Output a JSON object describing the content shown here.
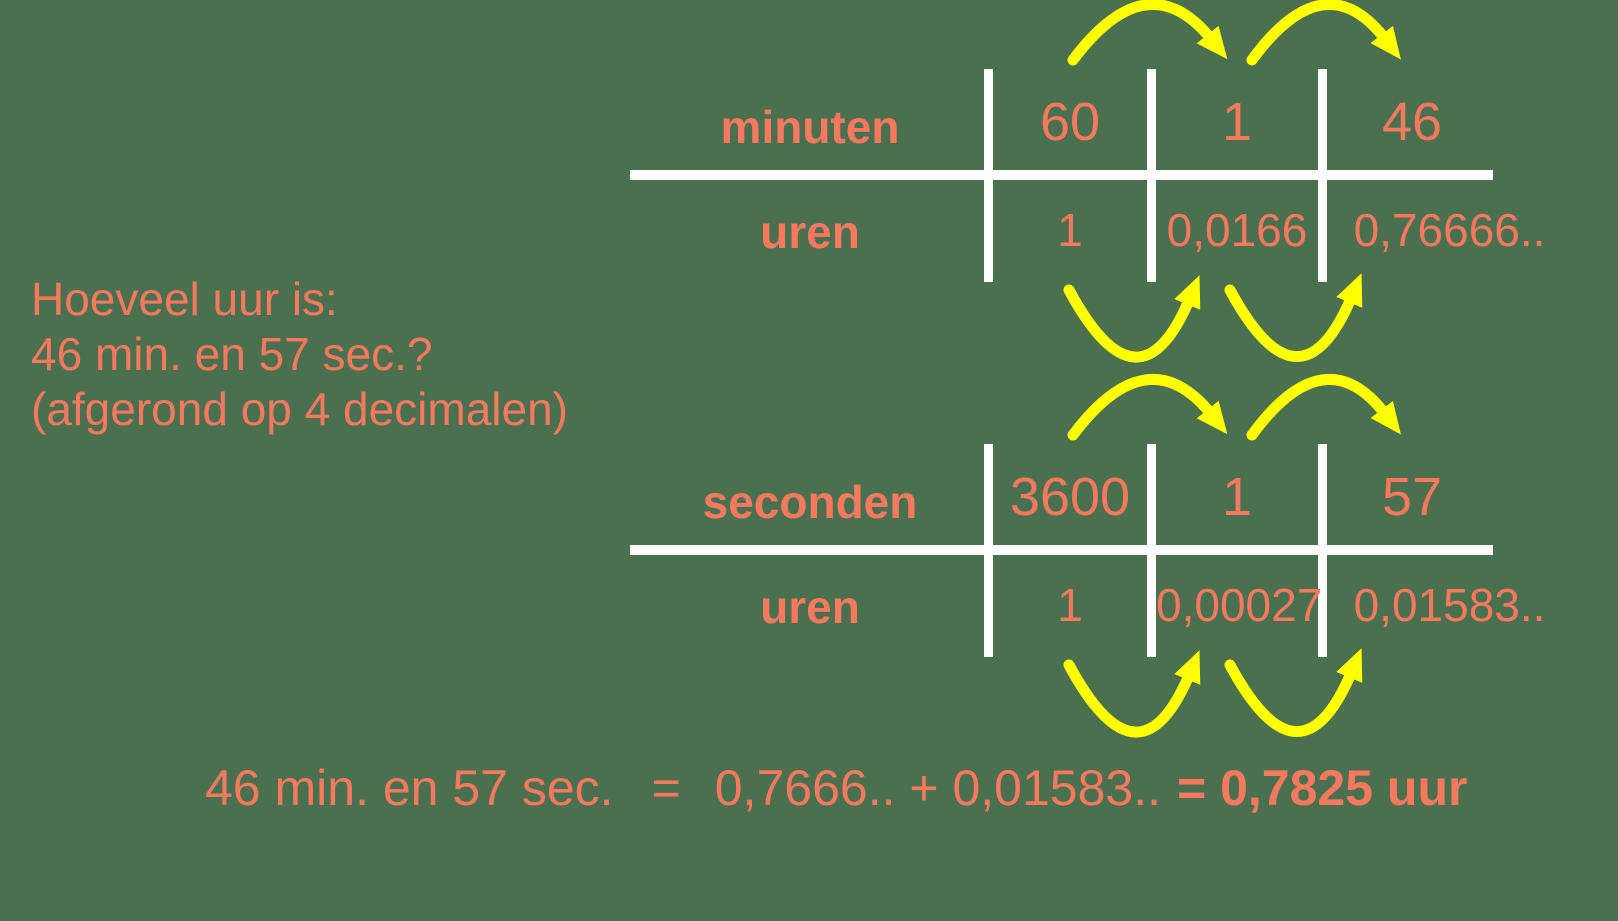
{
  "colors": {
    "background": "#4a7050",
    "text": "#f5795f",
    "arrow": "#ffff00",
    "table_lines": "#ffffff"
  },
  "question": {
    "line1": "Hoeveel uur is:",
    "line2": "46 min. en 57 sec.?",
    "line3": "(afgerond op 4 decimalen)"
  },
  "minutes_table": {
    "row1_label": "minuten",
    "row2_label": "uren",
    "row1_values": [
      "60",
      "1",
      "46"
    ],
    "row2_values": [
      "1",
      "0,0166",
      "0,76666.."
    ]
  },
  "seconds_table": {
    "row1_label": "seconden",
    "row2_label": "uren",
    "row1_values": [
      "3600",
      "1",
      "57"
    ],
    "row2_values": [
      "1",
      "0,00027",
      "0,01583.."
    ]
  },
  "equation": {
    "lhs": "46 min. en 57 sec.",
    "equals": "=",
    "sum": "0,7666.. + 0,01583..",
    "result": "= 0,7825 uur"
  }
}
